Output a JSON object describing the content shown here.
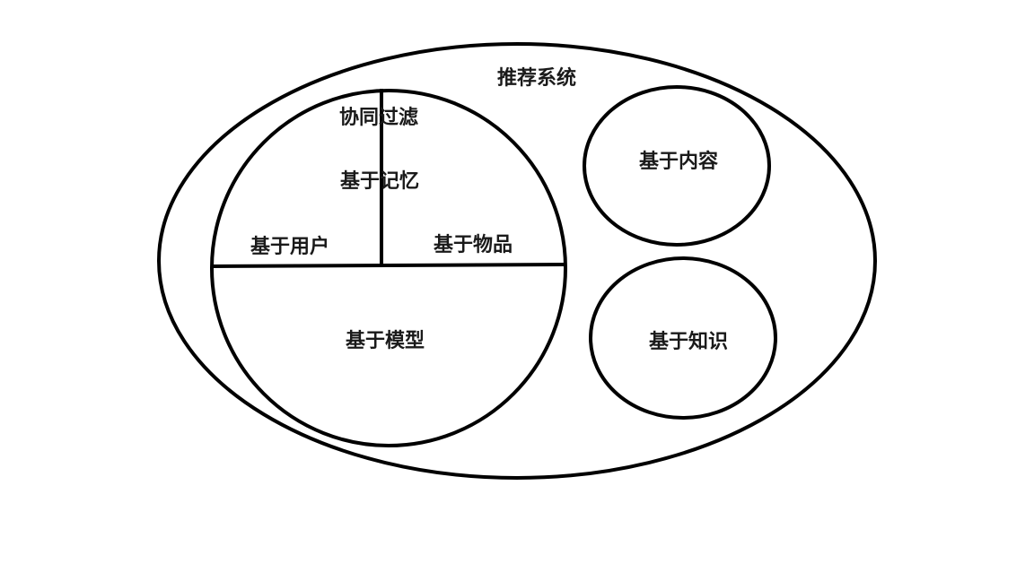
{
  "diagram": {
    "title": "推荐系统",
    "collaborative": {
      "label": "协同过滤",
      "memory_label": "基于记忆",
      "user_label": "基于用户",
      "item_label": "基于物品",
      "model_label": "基于模型"
    },
    "content_label": "基于内容",
    "knowledge_label": "基于知识"
  },
  "colors": {
    "stroke": "#000000",
    "text": "#1a1a1a",
    "background": "#ffffff"
  }
}
